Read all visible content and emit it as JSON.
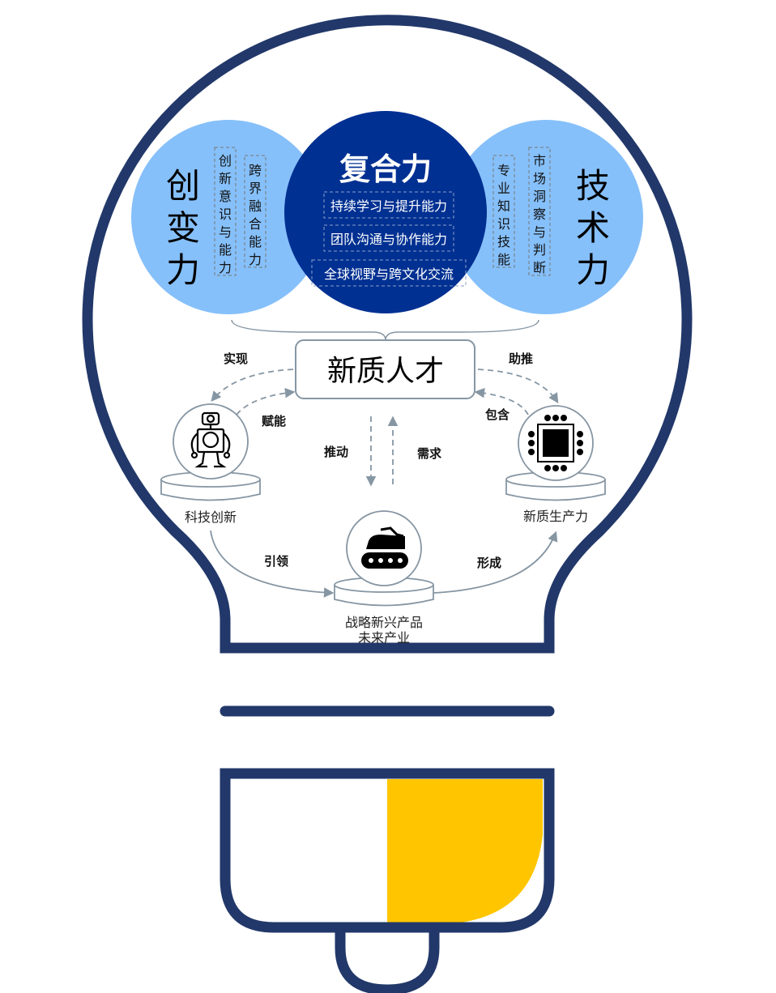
{
  "colors": {
    "outline": "#22386a",
    "light_blue": "#86c0fa",
    "navy": "#003092",
    "yellow": "#ffc600",
    "connector": "#8696a3"
  },
  "left_circle": {
    "title": "创变力",
    "items": [
      "创新意识与能力",
      "跨界融合能力"
    ]
  },
  "center_circle": {
    "title": "复合力",
    "items": [
      "持续学习与提升能力",
      "团队沟通与协作能力",
      "全球视野与跨文化交流"
    ]
  },
  "right_circle": {
    "title": "技术力",
    "items": [
      "专业知识技能",
      "市场洞察与判断"
    ]
  },
  "core": {
    "label": "新质人才"
  },
  "nodes": {
    "left": "科技创新",
    "right": "新质生产力",
    "bottom_line1": "战略新兴产品",
    "bottom_line2": "未来产业"
  },
  "icons": {
    "left": "robot-icon",
    "right": "chip-icon",
    "bottom": "rover-icon"
  },
  "edges": {
    "realize": "实现",
    "empower": "赋能",
    "boost": "助推",
    "contain": "包含",
    "drive": "推动",
    "demand": "需求",
    "lead": "引领",
    "form": "形成"
  }
}
